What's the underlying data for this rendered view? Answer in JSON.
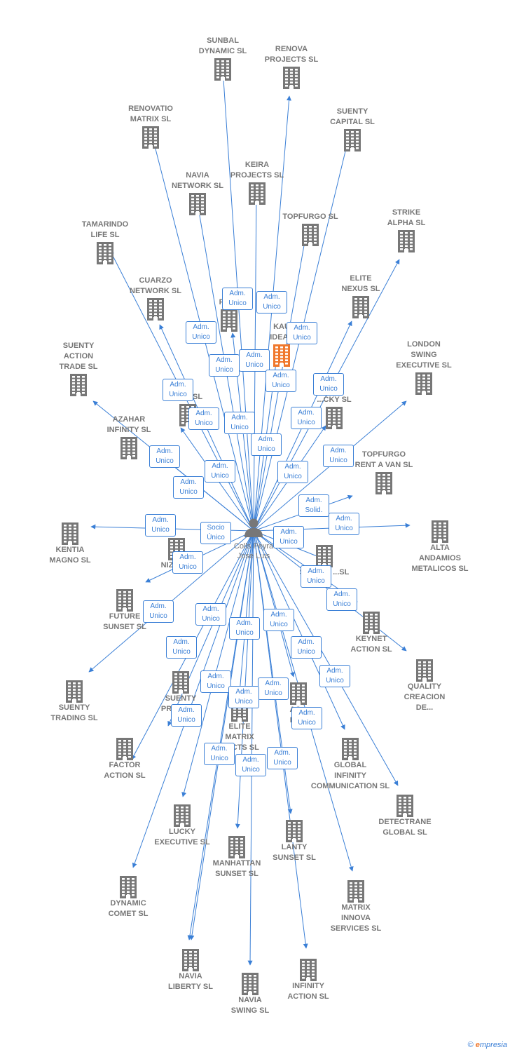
{
  "center": {
    "label": "Colls Peyra\nJose Luis",
    "icon": "person-icon"
  },
  "colors": {
    "edge": "#3a7fd6",
    "building": "#777777",
    "highlight": "#f0782d",
    "text": "#777777"
  },
  "nodes": [
    {
      "label": "SUNBAL\nDYNAMIC SL"
    },
    {
      "label": "RENOVA\nPROJECTS SL"
    },
    {
      "label": "RENOVATIO\nMATRIX SL"
    },
    {
      "label": "SUENTY\nCAPITAL SL"
    },
    {
      "label": "KEIRA\nPROJECTS SL"
    },
    {
      "label": "NAVIA\nNETWORK SL"
    },
    {
      "label": "TOPFURGO SL"
    },
    {
      "label": "STRIKE\nALPHA SL"
    },
    {
      "label": "TAMARINDO\nLIFE SL"
    },
    {
      "label": "CUARZO\nNETWORK SL"
    },
    {
      "label": "TA\nFACT"
    },
    {
      "label": "ELITE\nNEXUS SL"
    },
    {
      "label": "KAU\nIDEAS",
      "highlight": true
    },
    {
      "label": "LONDON\nSWING\nEXECUTIVE SL"
    },
    {
      "label": "SUENTY\nACTION\nTRADE SL"
    },
    {
      "label": "N...R SL"
    },
    {
      "label": "...CKY SL"
    },
    {
      "label": "AZAHAR\nINFINITY SL"
    },
    {
      "label": "TOPFURGO\nRENT A VAN SL"
    },
    {
      "label": "KENTIA\nMAGNO SL"
    },
    {
      "label": "NIZA S..."
    },
    {
      "label": "ALTA\nANDAMIOS\nMETALICOS SL"
    },
    {
      "label": "SUENTY ...SL"
    },
    {
      "label": "FUTURE\nSUNSET SL"
    },
    {
      "label": "KEYNET\nACTION SL"
    },
    {
      "label": "QUALITY\nCREACION\nDE..."
    },
    {
      "label": "SUENTY\nTRADING SL"
    },
    {
      "label": "SUENTY\nPROJ... SL"
    },
    {
      "label": "AC...\nPR..."
    },
    {
      "label": "ELITE\nMATRIX\n...ECTS SL"
    },
    {
      "label": "FACTOR\nACTION SL"
    },
    {
      "label": "GLOBAL\nINFINITY\nCOMMUNICATION SL"
    },
    {
      "label": "DETECTRANE\nGLOBAL  SL"
    },
    {
      "label": "LUCKY\nEXECUTIVE SL"
    },
    {
      "label": "LANTY\nSUNSET SL"
    },
    {
      "label": "MANHATTAN\nSUNSET SL"
    },
    {
      "label": "DYNAMIC\nCOMET SL"
    },
    {
      "label": "MATRIX\nINNOVA\nSERVICES SL"
    },
    {
      "label": "NAVIA\nLIBERTY SL"
    },
    {
      "label": "INFINITY\nACTION SL"
    },
    {
      "label": "NAVIA\nSWING SL"
    }
  ],
  "relations": [
    {
      "label": "Adm.\nUnico"
    },
    {
      "label": "Adm.\nUnico"
    },
    {
      "label": "Adm.\nUnico"
    },
    {
      "label": "Adm.\nUnico"
    },
    {
      "label": "Adm.\nUnico"
    },
    {
      "label": "Adm.\nUnico"
    },
    {
      "label": "Adm.\nUnico"
    },
    {
      "label": "Adm.\nUnico"
    },
    {
      "label": "Adm.\nUnico"
    },
    {
      "label": "Adm.\nUnico"
    },
    {
      "label": "Adm.\nUnico"
    },
    {
      "label": "Adm.\nUnico"
    },
    {
      "label": "Adm.\nUnico"
    },
    {
      "label": "Adm.\nUnico"
    },
    {
      "label": "Adm.\nUnico"
    },
    {
      "label": "Adm.\nUnico"
    },
    {
      "label": "Adm.\nUnico"
    },
    {
      "label": "Adm.\nSolid."
    },
    {
      "label": "Adm.\nUnico"
    },
    {
      "label": "Adm.\nUnico"
    },
    {
      "label": "Socio\nÚnico"
    },
    {
      "label": "Adm.\nUnico"
    },
    {
      "label": "Adm.\nUnico"
    },
    {
      "label": "Adm.\nUnico"
    },
    {
      "label": "Adm.\nUnico"
    },
    {
      "label": "Adm.\nUnico"
    },
    {
      "label": "Adm.\nUnico"
    },
    {
      "label": "Adm.\nUnico"
    },
    {
      "label": "Adm.\nUnico"
    },
    {
      "label": "Adm.\nUnico"
    },
    {
      "label": "Adm.\nUnico"
    },
    {
      "label": "Adm.\nUnico"
    },
    {
      "label": "Adm.\nUnico"
    },
    {
      "label": "Adm.\nUnico"
    },
    {
      "label": "Adm.\nUnico"
    },
    {
      "label": "Adm.\nUnico"
    },
    {
      "label": "Adm.\nUnico"
    },
    {
      "label": "Adm.\nUnico"
    },
    {
      "label": "Adm.\nUnico"
    },
    {
      "label": "Adm.\nUnico"
    },
    {
      "label": "Adm.\nUnico"
    },
    {
      "label": "Adm.\nUnico"
    }
  ],
  "brand": {
    "copyright": "©",
    "e": "e",
    "rest": "mpresia"
  }
}
